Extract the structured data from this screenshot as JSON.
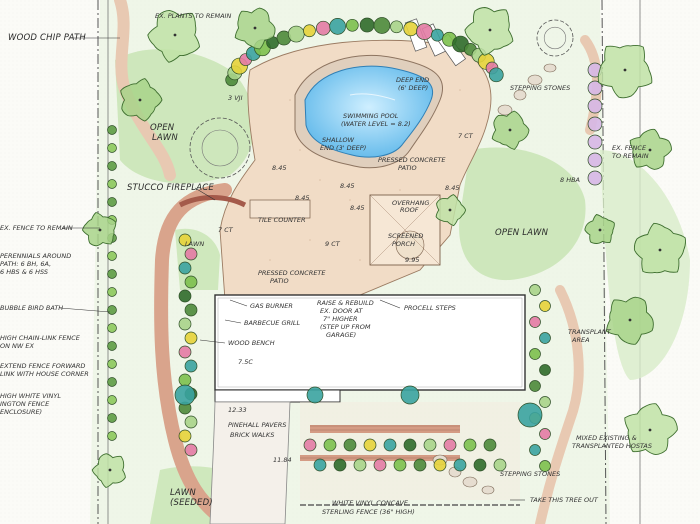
{
  "drawing": {
    "pool_label": "SWIMMING POOL",
    "pool_note": "(WATER LEVEL = 8.2)",
    "deep_end": "DEEP END",
    "deep_end_depth": "(6' DEEP)",
    "shallow_end": "SHALLOW",
    "shallow_end_depth": "END (3' DEEP)",
    "patio_north": "PRESSED CONCRETE",
    "patio_north_2": "PATIO",
    "patio_south": "PRESSED CONCRETE",
    "patio_south_2": "PATIO",
    "overhang": "OVERHANG",
    "overhang_2": "ROOF",
    "screened_porch": "SCREENED",
    "screened_porch_2": "PORCH",
    "tile_counter": "TILE COUNTER",
    "stucco_fireplace": "STUCCO FIREPLACE",
    "open_lawn_nw": "OPEN",
    "open_lawn_nw_2": "LAWN",
    "open_lawn_e": "OPEN LAWN",
    "lawn_w": "LAWN",
    "lawn_seeded": "LAWN",
    "lawn_seeded_2": "(SEEDED)",
    "wood_chip_path": "WOOD CHIP PATH",
    "ex_fence_remain_w": "EX. FENCE TO REMAIN",
    "ex_fence_remain_e": "EX. FENCE",
    "ex_fence_remain_e_2": "TO REMAIN",
    "ex_plants_remain": "EX. PLANTS TO REMAIN",
    "perennials_note": "PERENNIALS AROUND",
    "perennials_note_2": "PATH: 6 BH, 6A,",
    "perennials_note_3": "6 HBS & 6 HSS",
    "bubble_bird_bath": "BUBBLE BIRD BATH",
    "chain_link_note": "HIGH CHAIN-LINK FENCE",
    "chain_link_note_2": "ON NW EX",
    "extend_fence_note": "EXTEND FENCE FORWARD",
    "extend_fence_note_2": "LINK WITH HOUSE CORNER",
    "vinyl_note_w": "HIGH WHITE VINYL",
    "vinyl_note_w_2": "INGTON FENCE",
    "vinyl_note_w_3": "ENCLOSURE)",
    "gas_burner": "GAS BURNER",
    "barbecue_grill": "BARBECUE GRILL",
    "wood_bench": "WOOD BENCH",
    "raise_rebuild": "RAISE & REBUILD",
    "raise_rebuild_2": "EX. DOOR AT",
    "raise_rebuild_3": "7\" HIGHER",
    "raise_rebuild_4": "(STEP UP FROM",
    "raise_rebuild_5": "GARAGE)",
    "procell_steps": "PROCELL STEPS",
    "transplant_area": "TRANSPLANT",
    "transplant_area_2": "AREA",
    "pinehall_pavers": "PINEHALL PAVERS",
    "brick_walks": "BRICK WALKS",
    "mixed_hostas": "MIXED EXISTING &",
    "mixed_hostas_2": "TRANSPLANTED HOSTAS",
    "stepping_stones_n": "STEPPING STONES",
    "stepping_stones_s": "STEPPING STONES",
    "take_tree_out": "TAKE THIS TREE OUT",
    "vinyl_concave": "WHITE VINYL CONCAVE",
    "vinyl_concave_2": "STERLING FENCE (36\" HIGH)",
    "transplant_n": "EX. FENCE",
    "spot_elev_1": "8.45",
    "spot_elev_2": "8.45",
    "spot_elev_3": "8.45",
    "spot_elev_4": "8.45",
    "spot_elev_5": "8.45",
    "spot_elev_6": "9.95",
    "spot_elev_7": "12.33",
    "spot_elev_8": "11.84",
    "spot_elev_9": "7.5C",
    "spot_elev_10": "3 VJI",
    "spot_elev_11": "7 CT",
    "spot_elev_12": "9 CT",
    "spot_elev_13": "7 CT",
    "spot_elev_14": "8 HBA"
  },
  "colors": {
    "pool": "#5fb8ea",
    "patio": "#f1dcc6",
    "lawn": "#c8e4b4",
    "path": "#d9a48c",
    "tree_dark": "#4d8a3a",
    "tree_light": "#a8d48a",
    "accent_yellow": "#e6d33a",
    "accent_purple": "#a46fc3",
    "accent_pink": "#e37ba4",
    "accent_teal": "#3aa3a0"
  }
}
